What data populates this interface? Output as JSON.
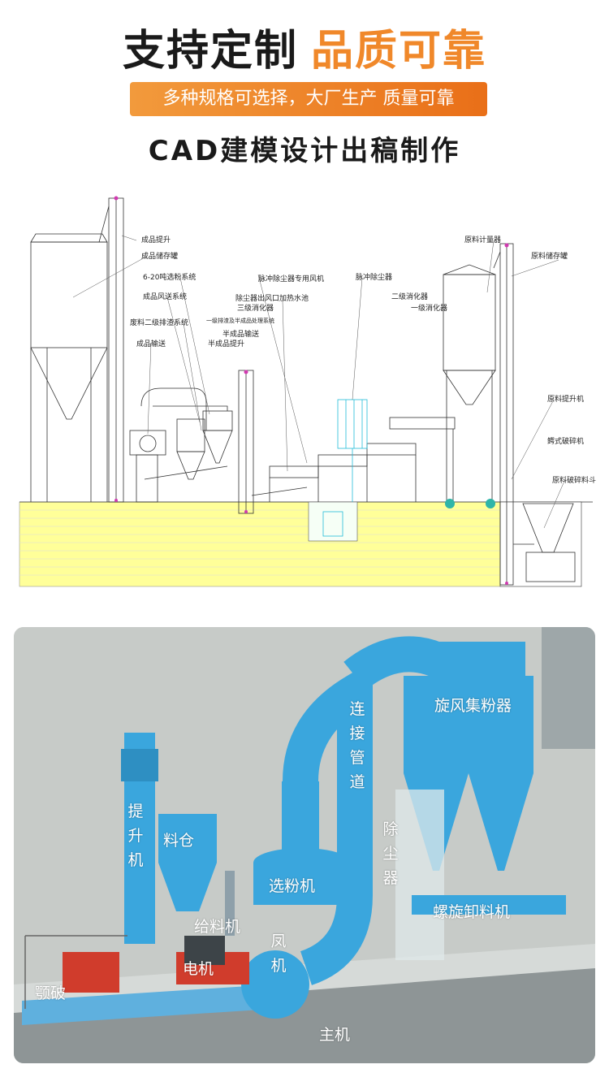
{
  "header": {
    "title_left": "支持定制",
    "title_right": "品质可靠"
  },
  "banner": {
    "text": "多种规格可选择，大厂生产 质量可靠"
  },
  "subtitle": "CAD建模设计出稿制作",
  "cad_labels": {
    "chengpin_tisheng": "成品提升",
    "chengpin_chucunguan": "成品储存罐",
    "xuanfen_xitong": "6-20吨选粉系统",
    "fengsong_xitong": "成品风送系统",
    "feiliao_paizha": "废料二级排渣系统",
    "chengpin_shusong": "成品输送",
    "maichong_fengji": "脉冲除尘器专用风机",
    "maichong_chuchenqi": "脉冲除尘器",
    "chuchen_jiare": "除尘器出风口加热水池",
    "sanji_xiaohua": "三级消化器",
    "yiji_paizha": "一级排渣及半成品处理系统",
    "banchengpin_shusong": "半成品输送",
    "banchengpin_tisheng": "半成品提升",
    "erji_xiaohua": "二级消化器",
    "yiji_xiaohua": "一级消化器",
    "yuanliao_jiliang": "原料计量器",
    "yuanliao_chucun": "原料储存罐",
    "yuanliao_tisheng": "原料提升机",
    "egshi_posui": "鳄式破碎机",
    "yuanliao_posuiliaodou": "原料破碎料斗"
  },
  "photo_labels": {
    "tishengji": "提升机",
    "liaocang": "料仓",
    "geiliaoji": "给料机",
    "dianji": "电机",
    "epo": "颚破",
    "fengji": "凤机",
    "zhuji": "主机",
    "xuanfenji": "选粉机",
    "lianjie_guandao": "连接管道",
    "chuchenqi": "除尘器",
    "xuanfeng_jifenqi": "旋风集粉器",
    "luoxuan_xieliaoji": "螺旋卸料机"
  },
  "colors": {
    "accent": "#f0882a",
    "cad_ground": "#ffff99",
    "model_blue": "#3aa6dd"
  }
}
